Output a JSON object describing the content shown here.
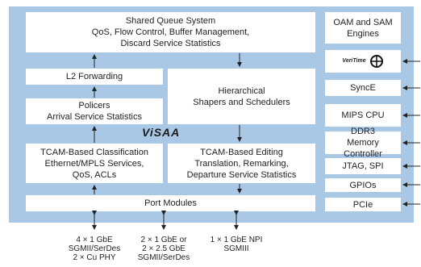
{
  "logo": "ViSAA",
  "blocks": {
    "shared_queue": [
      "Shared Queue System",
      "QoS, Flow Control, Buffer Management,",
      "Discard Service Statistics"
    ],
    "l2_forwarding": "L2 Forwarding",
    "policers": [
      "Policers",
      "Arrival Service Statistics"
    ],
    "shapers": [
      "Hierarchical",
      "Shapers and Schedulers"
    ],
    "classification": [
      "TCAM-Based Classification",
      "Ethernet/MPLS Services,",
      "QoS, ACLs"
    ],
    "editing": [
      "TCAM-Based Editing",
      "Translation, Remarking,",
      "Departure Service Statistics"
    ],
    "port_modules": "Port Modules"
  },
  "side": {
    "oam": [
      "OAM and SAM",
      "Engines"
    ],
    "veritime": "VeriTime",
    "synce": "SyncE",
    "mips": "MIPS CPU",
    "ddr3": [
      "DDR3",
      "Memory Controller"
    ],
    "jtag": "JTAG, SPI",
    "gpios": "GPIOs",
    "pcie": "PCIe"
  },
  "interfaces": [
    [
      "4 × 1 GbE",
      "SGMII/SerDes",
      "2 × Cu PHY"
    ],
    [
      "2 × 1 GbE or",
      "2 × 2.5 GbE",
      "SGMII/SerDes"
    ],
    [
      "1 × 1 GbE NPI",
      "SGMIII"
    ]
  ],
  "colors": {
    "chip_background": "#a9c8e6",
    "block_background": "#ffffff",
    "arrow": "#222222"
  }
}
